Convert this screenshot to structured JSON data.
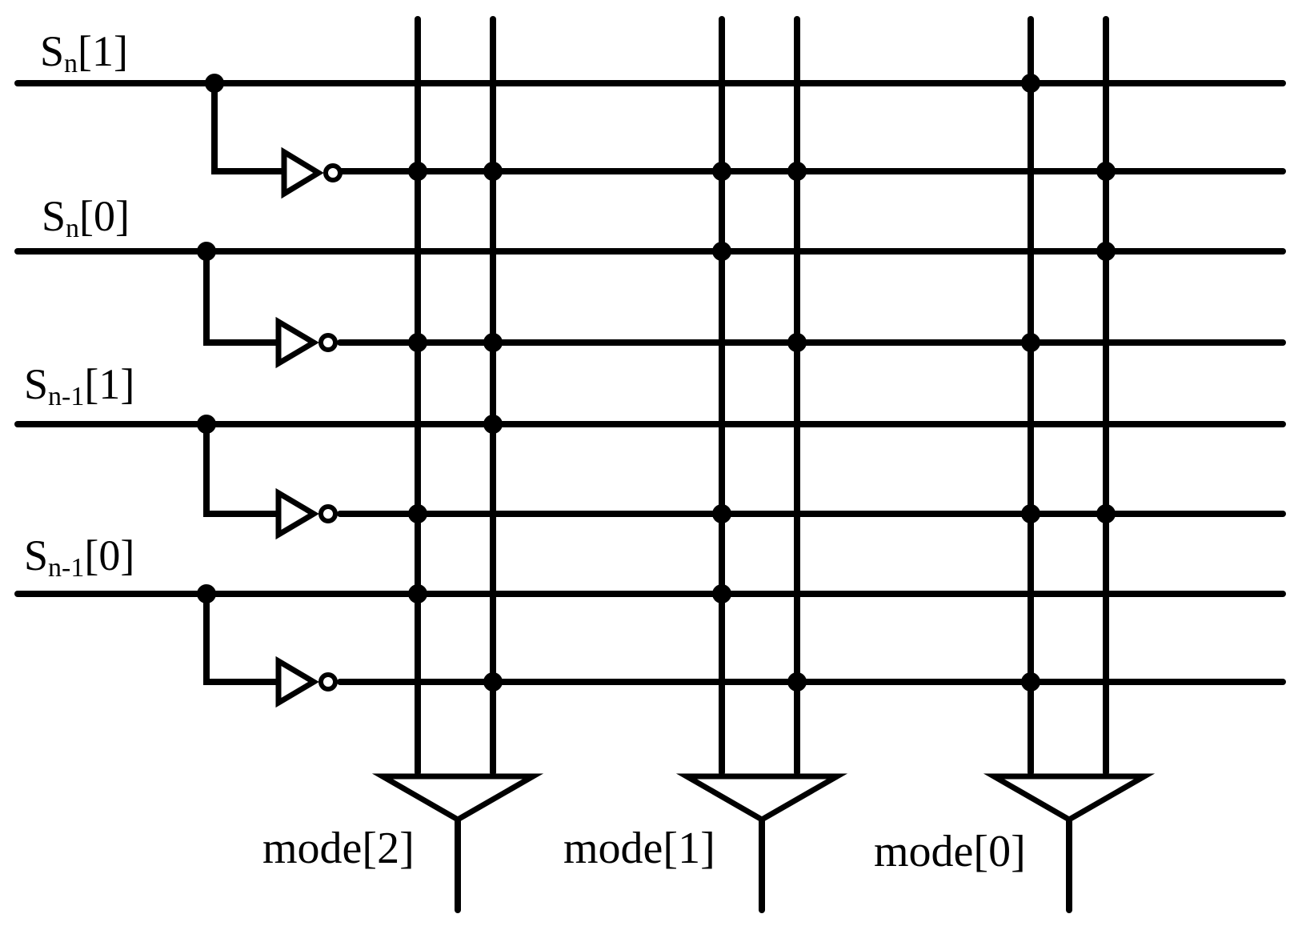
{
  "signals": [
    {
      "base": "S",
      "sub": "n",
      "bit": "[1]"
    },
    {
      "base": "S",
      "sub": "n",
      "bit": "[0]"
    },
    {
      "base": "S",
      "sub": "n-1",
      "bit": "[1]"
    },
    {
      "base": "S",
      "sub": "n-1",
      "bit": "[0]"
    }
  ],
  "modes": [
    {
      "label": "mode[2]"
    },
    {
      "label": "mode[1]"
    },
    {
      "label": "mode[0]"
    }
  ],
  "connections": {
    "mode2_left": [
      1,
      3,
      5,
      6
    ],
    "mode2_right": [
      1,
      3,
      4,
      7
    ],
    "mode1_left": [
      1,
      2,
      5,
      6
    ],
    "mode1_right": [
      1,
      3,
      7
    ],
    "mode0_left": [
      0,
      3,
      5,
      7
    ],
    "mode0_right": [
      1,
      2,
      5
    ]
  },
  "colors": {
    "line": "#000000",
    "background": "#ffffff"
  }
}
